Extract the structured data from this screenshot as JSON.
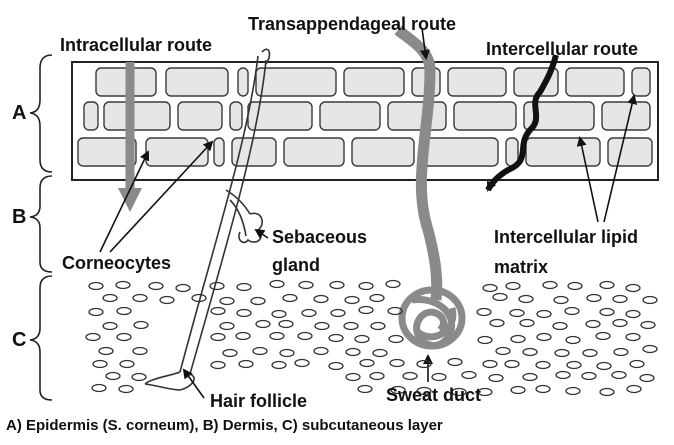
{
  "title_labels": {
    "intracellular": "Intracellular route",
    "transappendageal": "Transappendageal route",
    "intercellular": "Intercellular route"
  },
  "structure_labels": {
    "sebaceous_line1": "Sebaceous",
    "sebaceous_line2": "gland",
    "lipid_line1": "Intercellular lipid",
    "lipid_line2": "matrix",
    "corneocytes": "Corneocytes",
    "hair_follicle": "Hair follicle",
    "sweat_duct": "Sweat duct"
  },
  "section_letters": {
    "a": "A",
    "b": "B",
    "c": "C"
  },
  "caption": "A) Epidermis (S. corneum), B) Dermis, C) subcutaneous layer",
  "colors": {
    "ink": "#111111",
    "route_gray": "#8a8a8a",
    "cell_fill": "#e6e6e6",
    "cell_stroke": "#3a3a3a"
  }
}
